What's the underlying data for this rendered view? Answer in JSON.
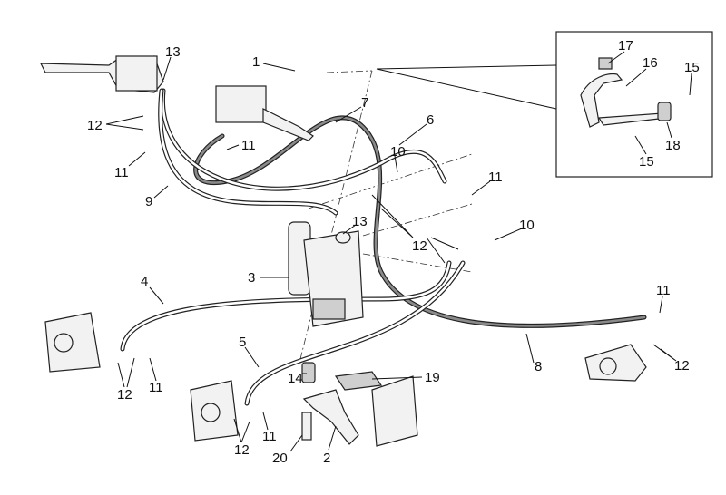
{
  "diagram": {
    "callouts": [
      "13",
      "1",
      "7",
      "6",
      "12",
      "11",
      "10",
      "11",
      "11",
      "9",
      "13",
      "12",
      "10",
      "3",
      "4",
      "11",
      "5",
      "8",
      "12",
      "14",
      "19",
      "12",
      "11",
      "11",
      "12",
      "20",
      "2"
    ],
    "inset_callouts": [
      "17",
      "16",
      "15",
      "18",
      "15"
    ]
  }
}
